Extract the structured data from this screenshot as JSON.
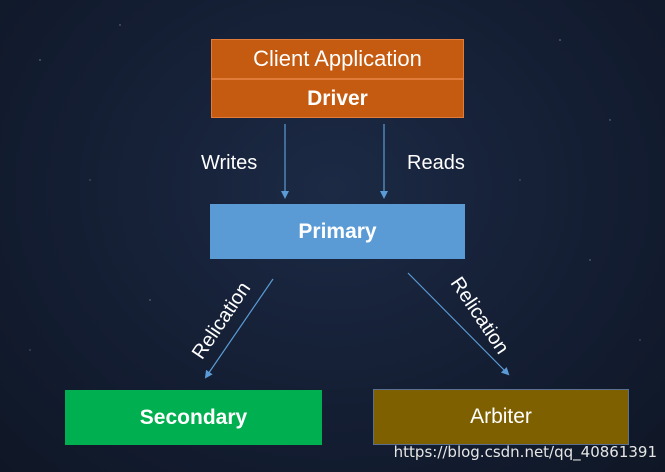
{
  "nodes": {
    "client_application": "Client Application",
    "driver": "Driver",
    "primary": "Primary",
    "secondary": "Secondary",
    "arbiter": "Arbiter"
  },
  "edges": {
    "writes": "Writes",
    "reads": "Reads",
    "replication_left": "Relication",
    "replication_right": "Relication"
  },
  "watermark": "https://blog.csdn.net/qq_40861391",
  "colors": {
    "client_driver": "#c55a11",
    "primary": "#5b9bd5",
    "secondary": "#00b050",
    "arbiter": "#7f6000",
    "arrow": "#5b9bd5"
  }
}
